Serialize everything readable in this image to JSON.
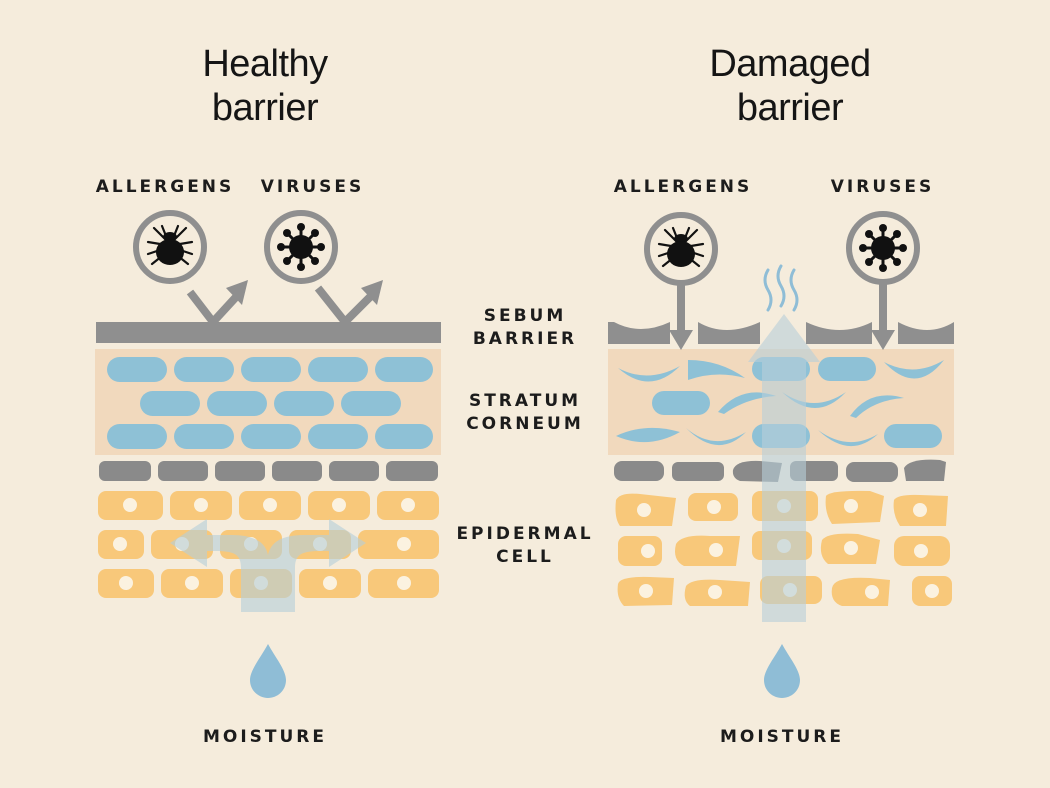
{
  "healthy": {
    "title_line1": "Healthy",
    "title_line2": "barrier",
    "allergens_label": "ALLERGENS",
    "viruses_label": "VIRUSES",
    "moisture_label": "MOISTURE"
  },
  "damaged": {
    "title_line1": "Damaged",
    "title_line2": "barrier",
    "allergens_label": "ALLERGENS",
    "viruses_label": "VIRUSES",
    "moisture_label": "MOISTURE"
  },
  "layers": {
    "sebum_line1": "SEBUM",
    "sebum_line2": "BARRIER",
    "stratum_line1": "STRATUM",
    "stratum_line2": "CORNEUM",
    "epidermal_line1": "EPIDERMAL",
    "epidermal_line2": "CELL"
  },
  "colors": {
    "background": "#f5ecdc",
    "sebum_gray": "#8f8f8f",
    "corneum_band": "#f1d9bd",
    "corneum_cell_blue": "#8ec1d6",
    "basal_gray": "#8a8a8a",
    "epidermal_orange": "#f8c87a",
    "nucleus": "#fbf2e0",
    "moisture_blue": "#8fbdd6",
    "pathogen_dark": "#111111"
  },
  "icons": [
    "allergen-mite-icon",
    "virus-icon",
    "moisture-drop-icon",
    "deflect-arrow-icon",
    "penetrate-arrow-icon",
    "evaporation-icon"
  ]
}
